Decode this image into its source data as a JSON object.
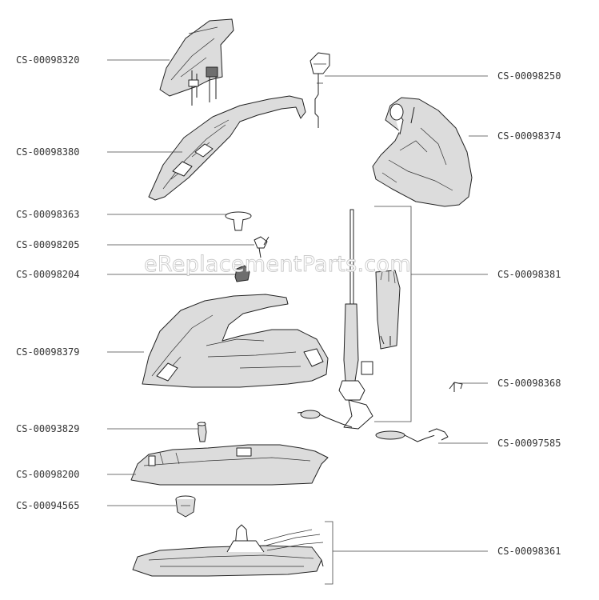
{
  "watermark": "eReplacementParts.com",
  "parts": [
    {
      "id": "CS-00098320"
    },
    {
      "id": "CS-00098250"
    },
    {
      "id": "CS-00098374"
    },
    {
      "id": "CS-00098380"
    },
    {
      "id": "CS-00098363"
    },
    {
      "id": "CS-00098205"
    },
    {
      "id": "CS-00098204"
    },
    {
      "id": "CS-00098381"
    },
    {
      "id": "CS-00098379"
    },
    {
      "id": "CS-00098368"
    },
    {
      "id": "CS-00093829"
    },
    {
      "id": "CS-00097585"
    },
    {
      "id": "CS-00098200"
    },
    {
      "id": "CS-00094565"
    },
    {
      "id": "CS-00098361"
    }
  ]
}
